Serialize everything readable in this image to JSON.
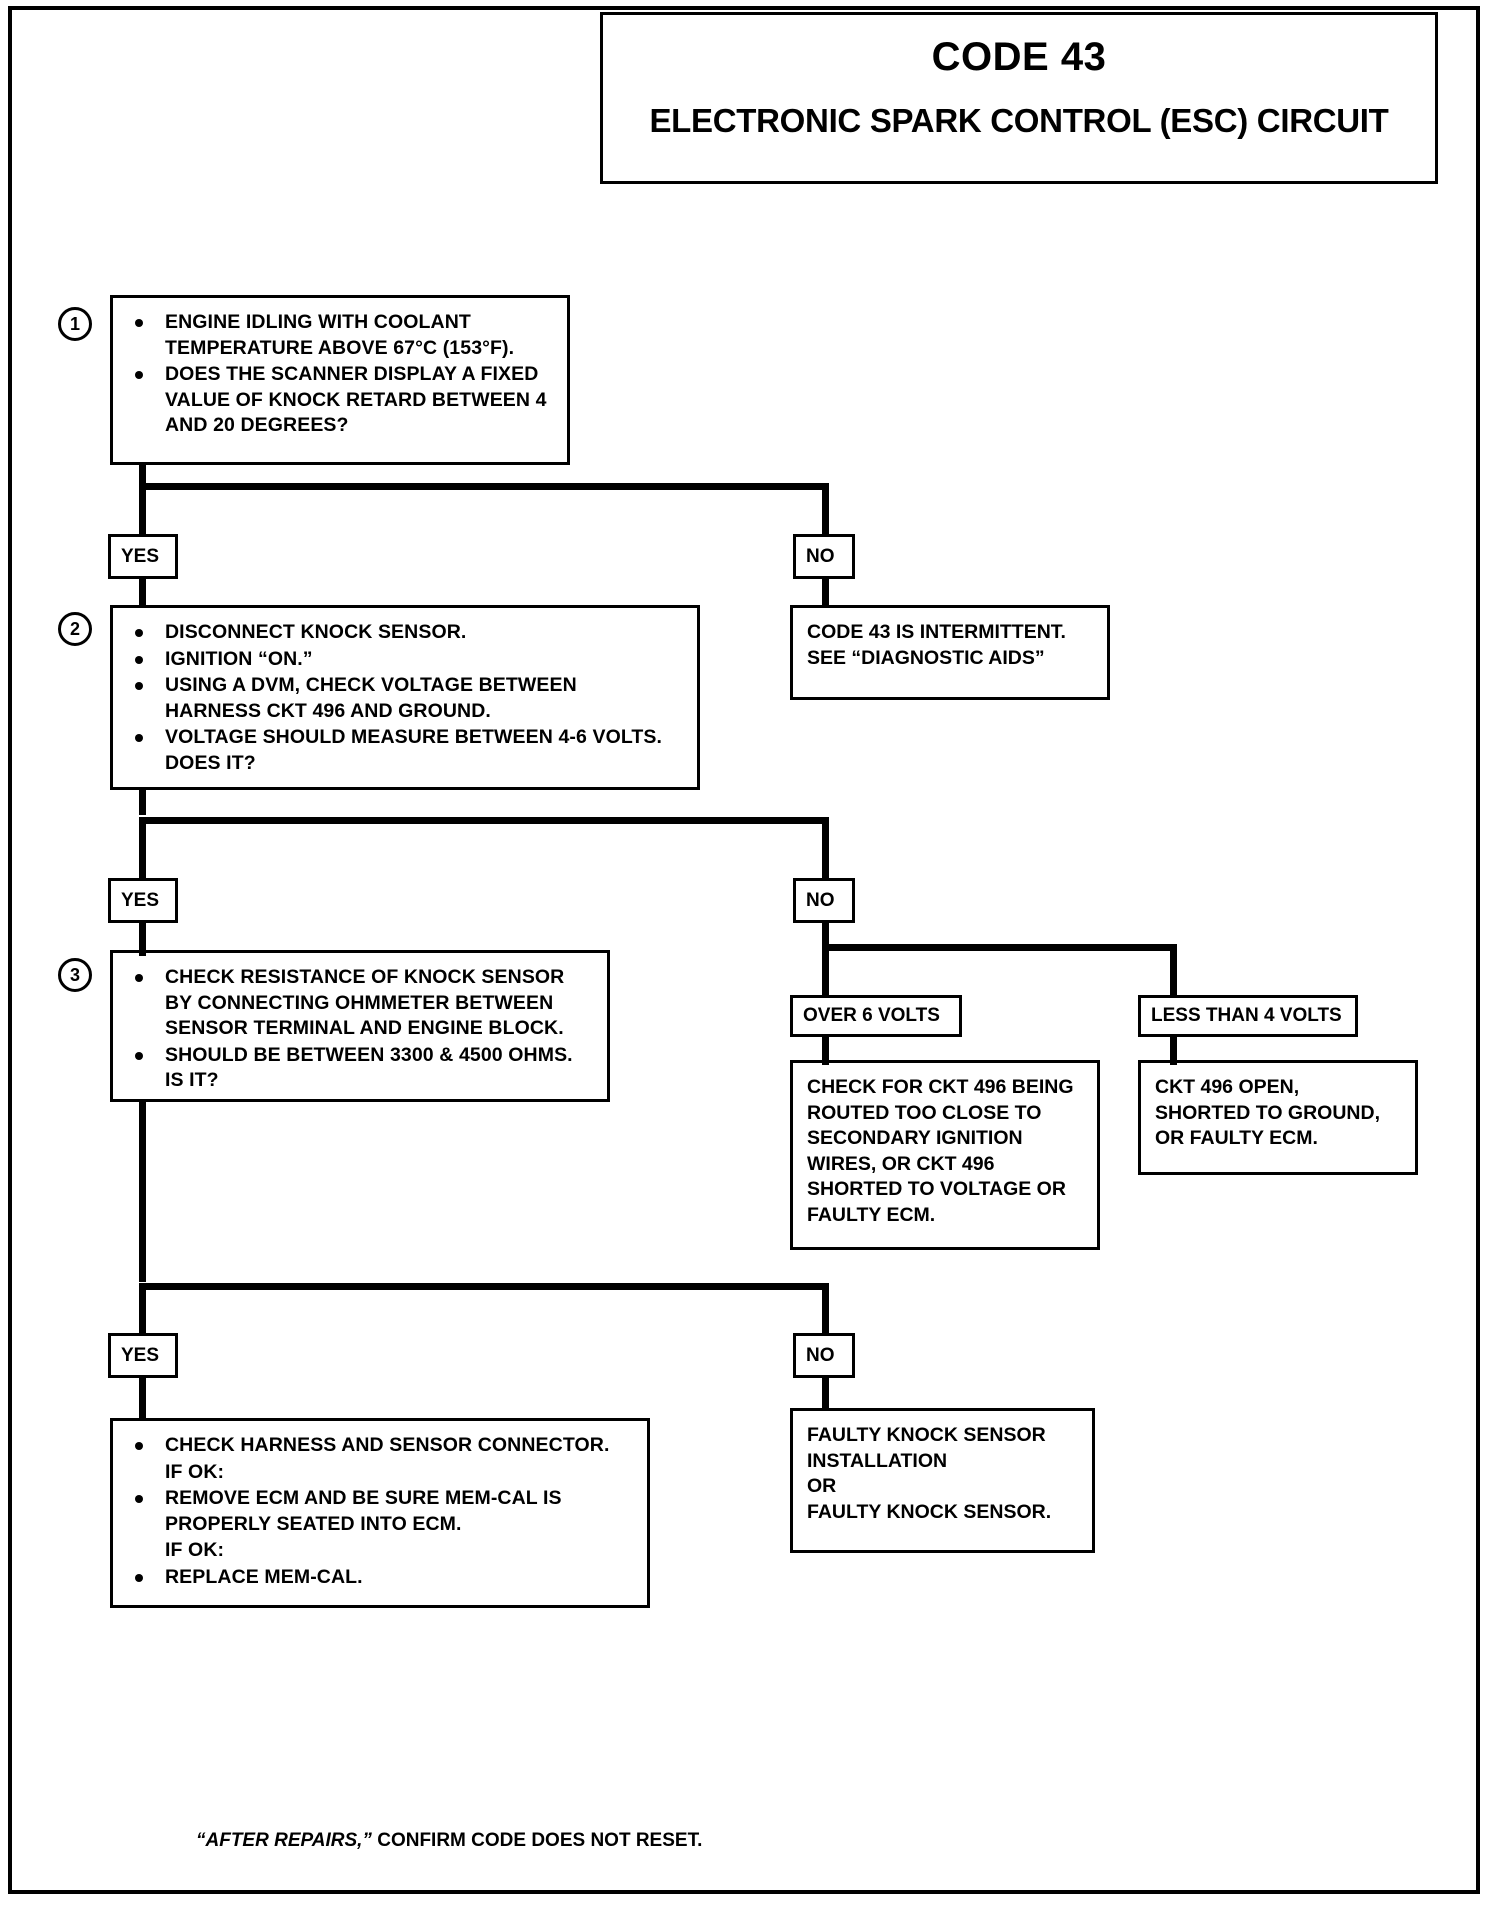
{
  "header": {
    "code_title": "CODE 43",
    "circuit_title": "ELECTRONIC SPARK CONTROL (ESC) CIRCUIT"
  },
  "steps": [
    {
      "number": "1",
      "bullets": [
        "ENGINE IDLING WITH COOLANT\nTEMPERATURE ABOVE 67°C (153°F).",
        "DOES THE SCANNER DISPLAY A FIXED\nVALUE OF KNOCK RETARD BETWEEN 4\nAND 20 DEGREES?"
      ]
    },
    {
      "number": "2",
      "bullets": [
        "DISCONNECT KNOCK SENSOR.",
        "IGNITION “ON.”",
        "USING A DVM, CHECK VOLTAGE BETWEEN\nHARNESS CKT 496 AND GROUND.",
        "VOLTAGE SHOULD MEASURE BETWEEN 4-6 VOLTS.\nDOES IT?"
      ]
    },
    {
      "number": "3",
      "bullets": [
        "CHECK RESISTANCE OF KNOCK SENSOR\nBY CONNECTING OHMMETER BETWEEN\nSENSOR TERMINAL AND ENGINE BLOCK.",
        "SHOULD BE BETWEEN 3300 & 4500 OHMS.\nIS IT?"
      ]
    }
  ],
  "tags": {
    "yes1": "YES",
    "no1": "NO",
    "yes2": "YES",
    "no2": "NO",
    "yes3": "YES",
    "no3": "NO",
    "over6": "OVER 6 VOLTS",
    "less4": "LESS THAN 4 VOLTS"
  },
  "results": {
    "intermittent": "CODE 43 IS INTERMITTENT.\nSEE “DIAGNOSTIC AIDS”",
    "over6_detail": "CHECK FOR CKT 496 BEING\nROUTED TOO CLOSE TO\nSECONDARY IGNITION\nWIRES, OR CKT 496\nSHORTED TO VOLTAGE OR\nFAULTY ECM.",
    "less4_detail": "CKT 496 OPEN,\nSHORTED TO GROUND,\nOR FAULTY ECM.",
    "faulty_sensor": "FAULTY KNOCK SENSOR\nINSTALLATION\nOR\nFAULTY KNOCK SENSOR.",
    "final_bullets": [
      {
        "bulleted": true,
        "text": "CHECK HARNESS AND SENSOR CONNECTOR."
      },
      {
        "bulleted": false,
        "text": "IF OK:"
      },
      {
        "bulleted": true,
        "text": "REMOVE ECM AND BE SURE MEM-CAL IS\nPROPERLY SEATED INTO ECM."
      },
      {
        "bulleted": false,
        "text": "IF OK:"
      },
      {
        "bulleted": true,
        "text": "REPLACE MEM-CAL."
      }
    ]
  },
  "footer": {
    "italic_part": "“AFTER REPAIRS,”",
    "rest_part": " CONFIRM CODE DOES NOT RESET."
  }
}
